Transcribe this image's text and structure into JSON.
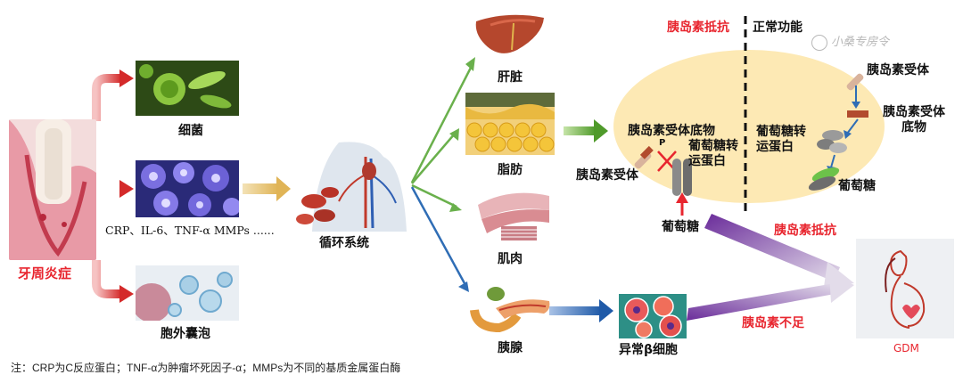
{
  "source": {
    "label": "牙周炎症"
  },
  "branches": {
    "bacteria": "细菌",
    "cytokines": "CRP、IL-6、TNF-α MMPs ......",
    "vesicles": "胞外囊泡"
  },
  "circulation": {
    "label": "循环系统"
  },
  "organs": {
    "liver": "肝脏",
    "fat": "脂肪",
    "muscle": "肌肉",
    "pancreas": "胰腺"
  },
  "beta_cell": {
    "label": "异常β细胞"
  },
  "cell": {
    "header_left": "胰岛素抵抗",
    "header_right": "正常功能",
    "left_substrate": "胰岛素受体底物",
    "left_glut": "葡萄糖转运蛋白",
    "left_receptor": "胰岛素受体",
    "left_p": "P",
    "left_glucose": "葡萄糖",
    "right_receptor": "胰岛素受体",
    "right_substrate": "胰岛素受体底物",
    "right_glut": "葡萄糖转运蛋白",
    "right_glucose": "葡萄糖"
  },
  "pathways": {
    "resistance": "胰岛素抵抗",
    "deficiency": "胰岛素不足"
  },
  "outcome": {
    "label": "GDM"
  },
  "watermark": "小桑专房令",
  "footnote": "注：CRP为C反应蛋白；TNF-α为肿瘤坏死因子-α；MMPs为不同的基质金属蛋白酶",
  "colors": {
    "red_label": "#e8262f",
    "cell_fill": "#fde9b4",
    "green_arrow": "#6ab04c",
    "blue_arrow": "#2f6db5",
    "purple_arrow": "#7b3fa8"
  }
}
